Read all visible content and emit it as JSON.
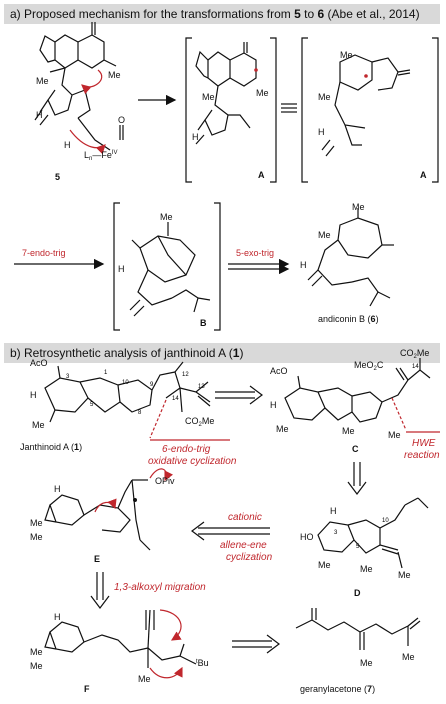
{
  "section_a": {
    "title_prefix": "a) Proposed mechanism for the transformations from ",
    "from": "5",
    "to_word": " to ",
    "to": "6",
    "title_suffix": " (Abe et al., 2014)",
    "mol5": {
      "label": "5",
      "me1": "Me",
      "me2": "Me",
      "h": "H",
      "o_h": "H",
      "fe": "L",
      "fe_sub": "n",
      "fe_text": "—Fe",
      "fe_sup": "IV",
      "o_top": "O"
    },
    "molA1": {
      "label": "A",
      "me1": "Me",
      "me2": "Me",
      "h": "H"
    },
    "molA2": {
      "label": "A",
      "me1": "Me",
      "me2": "Me",
      "h": "H"
    },
    "molB": {
      "label": "B",
      "me": "Me",
      "h": "H"
    },
    "mol6": {
      "name": "andiconin B (",
      "num": "6",
      "close": ")",
      "me1": "Me",
      "me2": "Me",
      "h": "H"
    },
    "arrow1_label": "7-endo-trig",
    "arrow2_label": "5-exo-trig"
  },
  "section_b": {
    "title_prefix": "b) Retrosynthetic analysis of janthinoid A (",
    "num": "1",
    "title_suffix": ")",
    "mol1": {
      "name": "Janthinoid A (",
      "num": "1",
      "close": ")",
      "aco": "AcO",
      "h": "H",
      "me": "Me",
      "co2me": "CO",
      "numbers": [
        "3",
        "1",
        "10",
        "9",
        "12",
        "13",
        "14",
        "5",
        "8"
      ],
      "annot1": "6-endo-trig",
      "annot2": "oxidative cyclization"
    },
    "molC": {
      "label": "C",
      "aco": "AcO",
      "h": "H",
      "me": "Me",
      "meo2c": "MeO",
      "co2me": "CO",
      "num14": "14",
      "annot1": "HWE",
      "annot2": "reaction"
    },
    "molD": {
      "label": "D",
      "ho": "HO",
      "h": "H",
      "me": "Me",
      "num3": "3",
      "num10": "10",
      "num5": "5"
    },
    "molE": {
      "label": "E",
      "h": "H",
      "opiv": "OPiv",
      "me": "Me"
    },
    "molF": {
      "label": "F",
      "h": "H",
      "me": "Me",
      "tbu": "Bu",
      "t": "t"
    },
    "mol7": {
      "name": "geranylacetone (",
      "num": "7",
      "close": ")",
      "me": "Me"
    },
    "arrowD_E_1": "cationic",
    "arrowD_E_2": "allene-ene",
    "arrowD_E_3": "cyclization",
    "arrowE_F": "1,3-alkoxyl migration"
  }
}
